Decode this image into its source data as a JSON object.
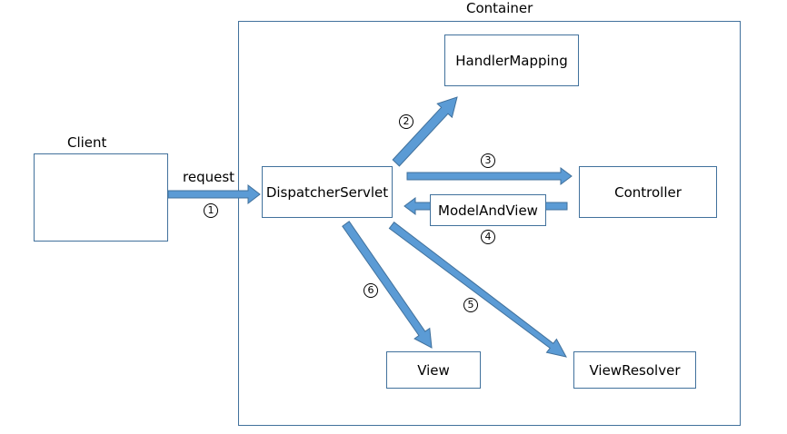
{
  "container": {
    "title": "Container"
  },
  "client": {
    "title": "Client"
  },
  "nodes": {
    "handler_mapping": "HandlerMapping",
    "dispatcher_servlet": "DispatcherServlet",
    "controller": "Controller",
    "model_and_view": "ModelAndView",
    "view": "View",
    "view_resolver": "ViewResolver"
  },
  "edges": {
    "request_label": "request",
    "step1": "1",
    "step2": "2",
    "step3": "3",
    "step4": "4",
    "step5": "5",
    "step6": "6"
  },
  "colors": {
    "arrow_fill": "#5B9BD5",
    "arrow_stroke": "#41719C",
    "box_border": "#41719C"
  }
}
